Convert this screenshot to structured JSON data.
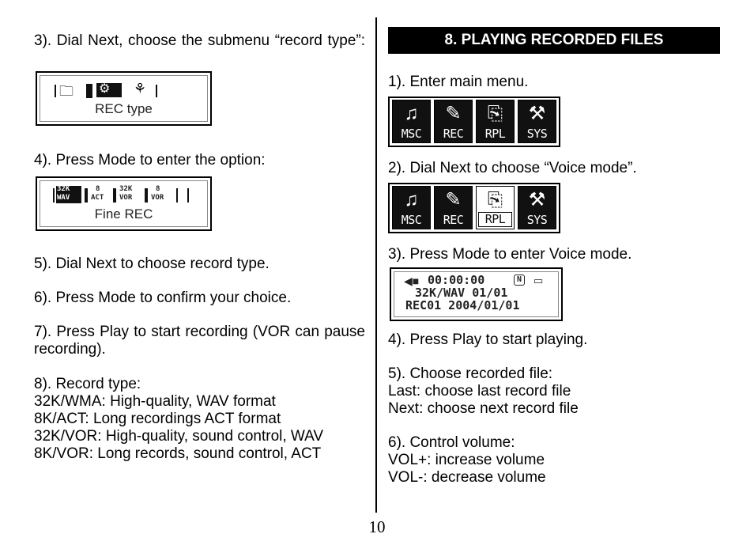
{
  "left": {
    "step3": "3). Dial Next, choose the submenu “record type”:",
    "lcd_rec_type": "REC type",
    "step4": "4). Press Mode to enter the option:",
    "lcd_fine_rec": "Fine REC",
    "lcd_fine_tags": [
      "32K",
      "WAV",
      "ACT",
      "8",
      "32K",
      "VOR",
      "8",
      "VOR"
    ],
    "step5": "5). Dial Next to choose record type.",
    "step6": "6). Press Mode to confirm your choice.",
    "step7": "7). Press Play to start recording (VOR can pause recording).",
    "step8_title": "8). Record type:",
    "step8_lines": [
      "32K/WMA: High-quality, WAV format",
      "8K/ACT: Long recordings ACT format",
      "32K/VOR: High-quality, sound control, WAV",
      "8K/VOR: Long records, sound control, ACT"
    ]
  },
  "right": {
    "section_title": "8. PLAYING RECORDED FILES",
    "step1": "1). Enter main menu.",
    "menu1": [
      "MSC",
      "REC",
      "RPL",
      "SYS"
    ],
    "step2": "2). Dial Next to choose “Voice mode”.",
    "menu2": [
      "MSC",
      "REC",
      "RPL",
      "SYS"
    ],
    "step3": "3). Press Mode to enter Voice mode.",
    "lcd_voice": {
      "line1": "00:00:00",
      "badge": "N",
      "line2": "32K/WAV 01/01",
      "line3": "REC01 2004/01/01"
    },
    "step4": "4). Press Play to start playing.",
    "step5_lines": [
      "5). Choose recorded file:",
      "Last: choose last record file",
      "Next: choose next record file"
    ],
    "step6_lines": [
      "6). Control volume:",
      "VOL+: increase volume",
      "VOL-: decrease volume"
    ]
  },
  "icons": {
    "menu": [
      "music-note-icon",
      "microphone-icon",
      "replay-icon",
      "tools-icon"
    ]
  },
  "page_number": "10"
}
